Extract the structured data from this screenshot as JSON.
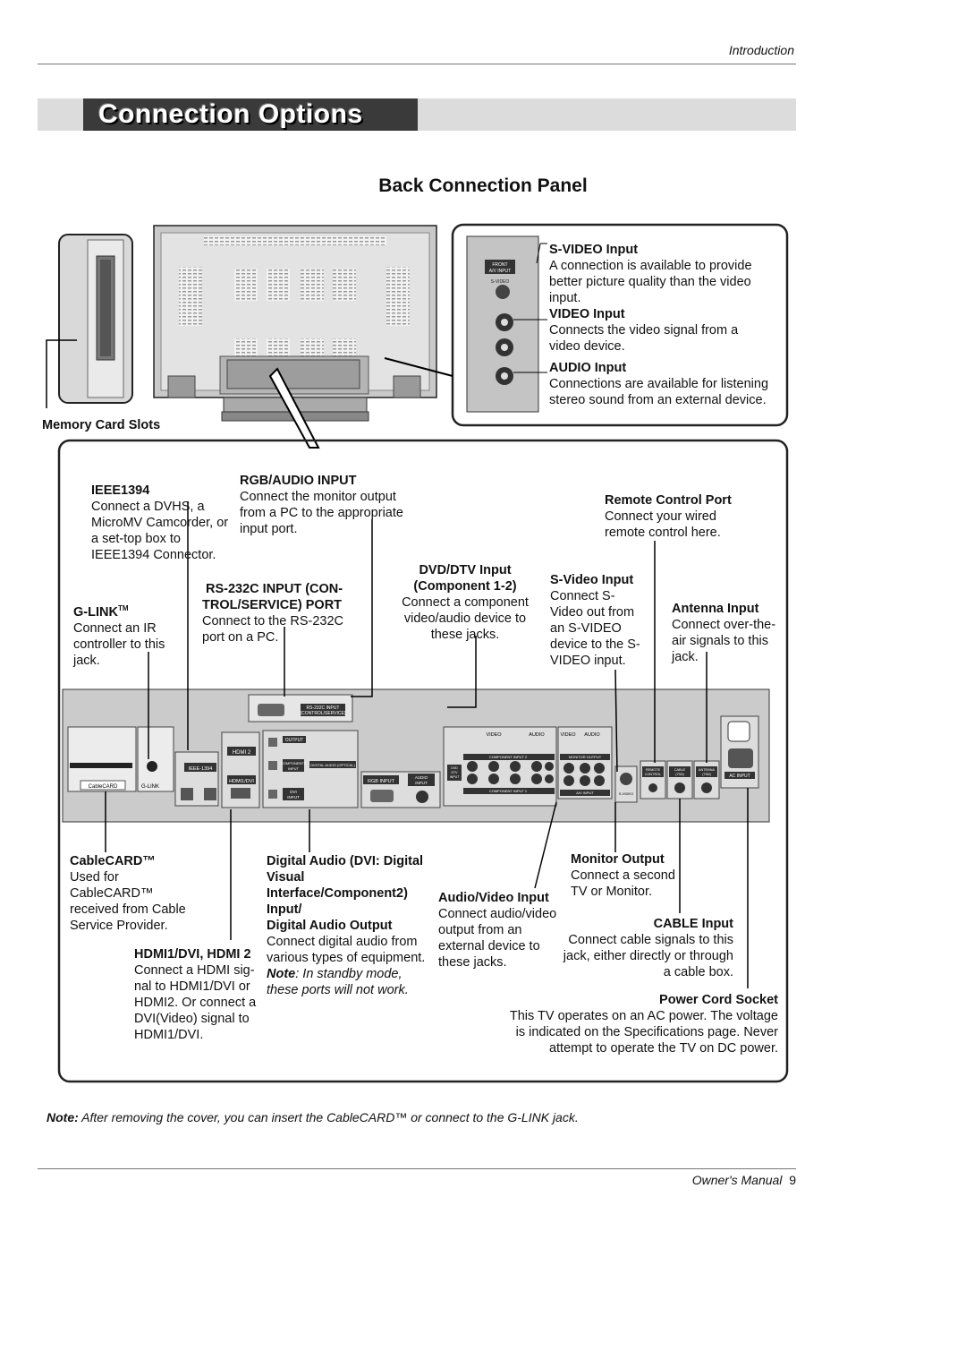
{
  "header": {
    "section": "Introduction"
  },
  "title": "Connection Options",
  "subtitle": "Back Connection Panel",
  "labels": {
    "memory_card_slots": "Memory Card Slots",
    "svideo_input": {
      "title": "S-VIDEO Input",
      "body": [
        "A connection is available to provide",
        "better picture quality than the video",
        "input."
      ]
    },
    "video_input": {
      "title": "VIDEO Input",
      "body": [
        "Connects the video signal from a",
        "video device."
      ]
    },
    "audio_input": {
      "title": "AUDIO Input",
      "body": [
        "Connections are available for listening",
        "stereo sound from an external device."
      ]
    },
    "ieee1394": {
      "title": "IEEE1394",
      "body": [
        "Connect a DVHS, a",
        "MicroMV Camcorder, or",
        "a set-top box to",
        "IEEE1394 Connector."
      ]
    },
    "rgb_audio_input": {
      "title": "RGB/AUDIO INPUT",
      "body": [
        "Connect the monitor output",
        "from a PC to the appropriate",
        "input port."
      ]
    },
    "remote_control_port": {
      "title": "Remote Control Port",
      "body": [
        "Connect your wired",
        "remote control here."
      ]
    },
    "dvd_dtv_input": {
      "title": "DVD/DTV Input",
      "title2": "(Component 1-2)",
      "body": [
        "Connect a component",
        "video/audio device to",
        "these jacks."
      ]
    },
    "svideo_input_small": {
      "title": "S-Video Input",
      "body": [
        "Connect S-",
        "Video out from",
        "an S-VIDEO",
        "device to the S-",
        "VIDEO input."
      ]
    },
    "rs232c": {
      "title": [
        "RS-232C INPUT (CON-",
        "TROL/SERVICE) PORT"
      ],
      "body": [
        "Connect to the RS-232C",
        "port on a PC."
      ]
    },
    "glink": {
      "title": "G-LINK",
      "tm": "TM",
      "body": [
        "Connect an IR",
        "controller to this",
        "jack."
      ]
    },
    "antenna_input": {
      "title": "Antenna  Input",
      "body": [
        "Connect over-the-",
        "air signals to this",
        "jack."
      ]
    },
    "cablecard": {
      "title": "CableCARD™",
      "body": [
        "Used for",
        "CableCARD™",
        "received from Cable",
        "Service Provider."
      ]
    },
    "hdmi": {
      "title": "HDMI1/DVI, HDMI 2",
      "body": [
        "Connect a HDMI sig-",
        "nal to HDMI1/DVI or",
        "HDMI2. Or connect a",
        "DVI(Video) signal to",
        "HDMI1/DVI."
      ]
    },
    "digital_audio": {
      "title": [
        "Digital Audio (DVI: Digital",
        "Visual",
        "Interface/Component2)",
        "Input/",
        "Digital Audio Output"
      ],
      "body": [
        "Connect  digital audio from",
        "various types of equipment."
      ],
      "note_label": "Note",
      "note": [
        ": In standby mode,",
        "these ports will not work."
      ]
    },
    "audio_video_input": {
      "title": "Audio/Video Input",
      "body": [
        "Connect audio/video",
        "output from an",
        "external device to",
        "these jacks."
      ]
    },
    "monitor_output": {
      "title": "Monitor Output",
      "body": [
        "Connect a second",
        "TV or Monitor."
      ]
    },
    "cable_input": {
      "title": "CABLE Input",
      "body": [
        "Connect cable signals to this",
        "jack, either directly or through",
        "a cable box."
      ]
    },
    "power_cord_socket": {
      "title": "Power Cord Socket",
      "body": [
        "This TV operates on an AC power. The voltage",
        "is indicated on the Specifications page. Never",
        "attempt to operate the TV on DC power."
      ]
    }
  },
  "panel_labels": {
    "front_av": [
      "FRONT",
      "A/V INPUT"
    ],
    "s_video": "S-VIDEO",
    "video": "VIDEO",
    "audio": "AUDIO",
    "rs232": [
      "RS-232C INPUT",
      "(CONTROL/SERVICE)"
    ],
    "output": "OUTPUT",
    "hdmi2": "HDMI 2",
    "ieee": "IEEE-1394",
    "hdmi1": "HDMI1/DVI",
    "comp_input": [
      "COMPONENT2",
      "INPUT"
    ],
    "digital_audio_optical": "DIGITAL AUDIO (OPTICAL)",
    "dvi_input": [
      "DVI",
      "INPUT"
    ],
    "rgb_input": "RGB INPUT",
    "audio_input": [
      "AUDIO",
      "INPUT"
    ],
    "cablecard": "CableCARD",
    "glink": "G-LINK",
    "component2": "COMPONENT INPUT 2",
    "component1": "COMPONENT INPUT 1",
    "dvd_dtv": [
      "DVD",
      "DTV",
      "INPUT"
    ],
    "monitor_output": "MONITOR OUTPUT",
    "av_input": "A/V INPUT",
    "remote_control": [
      "REMOTE",
      "CONTROL"
    ],
    "cable": [
      "CABLE",
      "(75Ω)"
    ],
    "antenna": [
      "ANTENNA",
      "(75Ω)"
    ],
    "ac_input": "AC INPUT"
  },
  "note": {
    "label": "Note:",
    "text": " After removing the cover, you can insert the CableCARD™ or connect to the G-LINK jack."
  },
  "footer": {
    "manual": "Owner's Manual",
    "page": "9"
  }
}
